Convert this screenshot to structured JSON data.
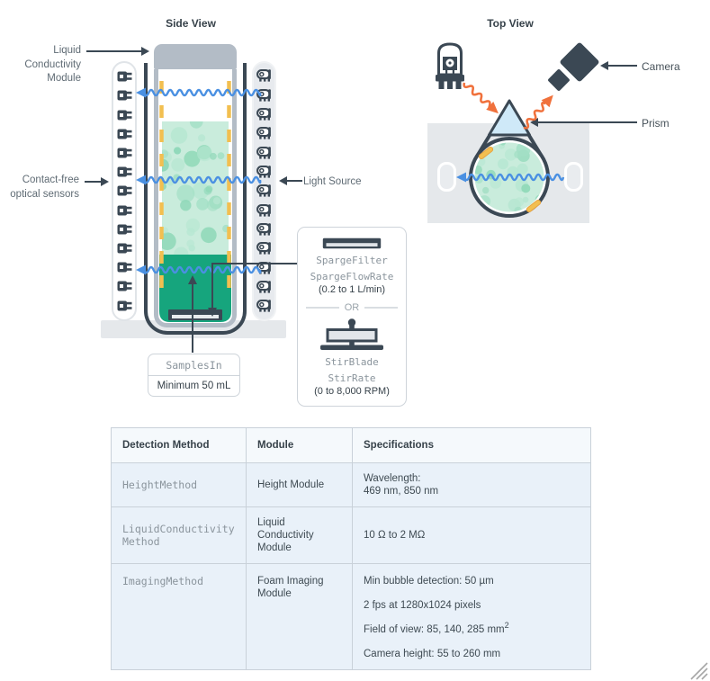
{
  "side_view": {
    "title": "Side View",
    "labels": {
      "liquid_conductivity_module": "Liquid\nConductivity\nModule",
      "contact_free_sensors": "Contact-free\noptical sensors",
      "light_source": "Light Source"
    },
    "samples_in": {
      "name": "SamplesIn",
      "note": "Minimum 50 mL"
    },
    "aeration_box": {
      "sparge_filter": "SpargeFilter",
      "sparge_flow_rate": "SpargeFlowRate",
      "sparge_flow_range": "(0.2 to 1 L/min)",
      "or": "OR",
      "stir_blade": "StirBlade",
      "stir_rate": "StirRate",
      "stir_rate_range": "(0 to 8,000 RPM)"
    },
    "sensor_count": 13,
    "light_count": 13
  },
  "top_view": {
    "title": "Top View",
    "labels": {
      "camera": "Camera",
      "prism": "Prism"
    }
  },
  "table": {
    "headers": [
      "Detection Method",
      "Module",
      "Specifications"
    ],
    "rows": [
      {
        "method": "HeightMethod",
        "module": "Height Module",
        "specs": [
          "Wavelength:\n469 nm, 850 nm"
        ]
      },
      {
        "method": "LiquidConductivity\nMethod",
        "module": "Liquid Conductivity Module",
        "specs": [
          "10 Ω to 2 MΩ"
        ]
      },
      {
        "method": "ImagingMethod",
        "module": "Foam Imaging Module",
        "specs": [
          "Min bubble detection: 50 µm",
          "2 fps at 1280x1024 pixels",
          "Field of view: 85, 140, 285 mm^2",
          "Camera height: 55 to 260 mm"
        ]
      }
    ]
  },
  "colors": {
    "accent_dark": "#3b4854",
    "liquid_green": "#16a57d",
    "foam_green": "#c9ecdc",
    "beam_blue": "#4a90e2",
    "beam_orange": "#f0713c",
    "sensor_yellow": "#f2bf50",
    "prism_blue": "#cfe9f8",
    "table_row_bg": "#e9f1f9"
  }
}
